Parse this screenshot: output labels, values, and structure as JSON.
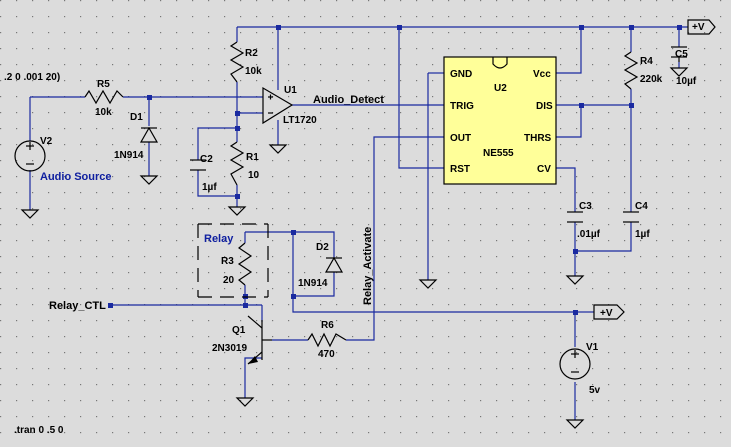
{
  "top_left_text": ".2 0 .001 20)",
  "sim_command": ".tran 0 .5 0",
  "power_label_top": "+V",
  "power_label_mid": "+V",
  "nets": {
    "audio_detect": "Audio_Detect",
    "relay_activate": "Relay_Activate",
    "relay_ctl": "Relay_CTL"
  },
  "components": {
    "r5": {
      "name": "R5",
      "value": "10k"
    },
    "r2": {
      "name": "R2",
      "value": "10k"
    },
    "r1": {
      "name": "R1",
      "value": "10"
    },
    "r3": {
      "name": "R3",
      "value": "20"
    },
    "r4": {
      "name": "R4",
      "value": "220k"
    },
    "r6": {
      "name": "R6",
      "value": "470"
    },
    "c2": {
      "name": "C2",
      "value": "1µf"
    },
    "c3": {
      "name": "C3",
      "value": ".01µf"
    },
    "c4": {
      "name": "C4",
      "value": "1µf"
    },
    "c5": {
      "name": "C5",
      "value": "10µf"
    },
    "d1": {
      "name": "D1",
      "value": "1N914"
    },
    "d2": {
      "name": "D2",
      "value": "1N914"
    },
    "u1": {
      "name": "U1",
      "value": "LT1720"
    },
    "u2": {
      "name": "U2",
      "value": "NE555"
    },
    "q1": {
      "name": "Q1",
      "value": "2N3019"
    },
    "v1": {
      "name": "V1",
      "value": "5v"
    },
    "v2": {
      "name": "V2",
      "value": "Audio Source"
    },
    "relay": {
      "name": "Relay"
    }
  },
  "ne555_pins": {
    "gnd": "GND",
    "trig": "TRIG",
    "out": "OUT",
    "rst": "RST",
    "vcc": "Vcc",
    "dis": "DIS",
    "thrs": "THRS",
    "cv": "CV"
  },
  "colors": {
    "background": "#dcdcdc",
    "wire": "#1a2aa0",
    "component": "#000000",
    "ic_body": "#ffff99",
    "label_blue": "#1020a0"
  }
}
